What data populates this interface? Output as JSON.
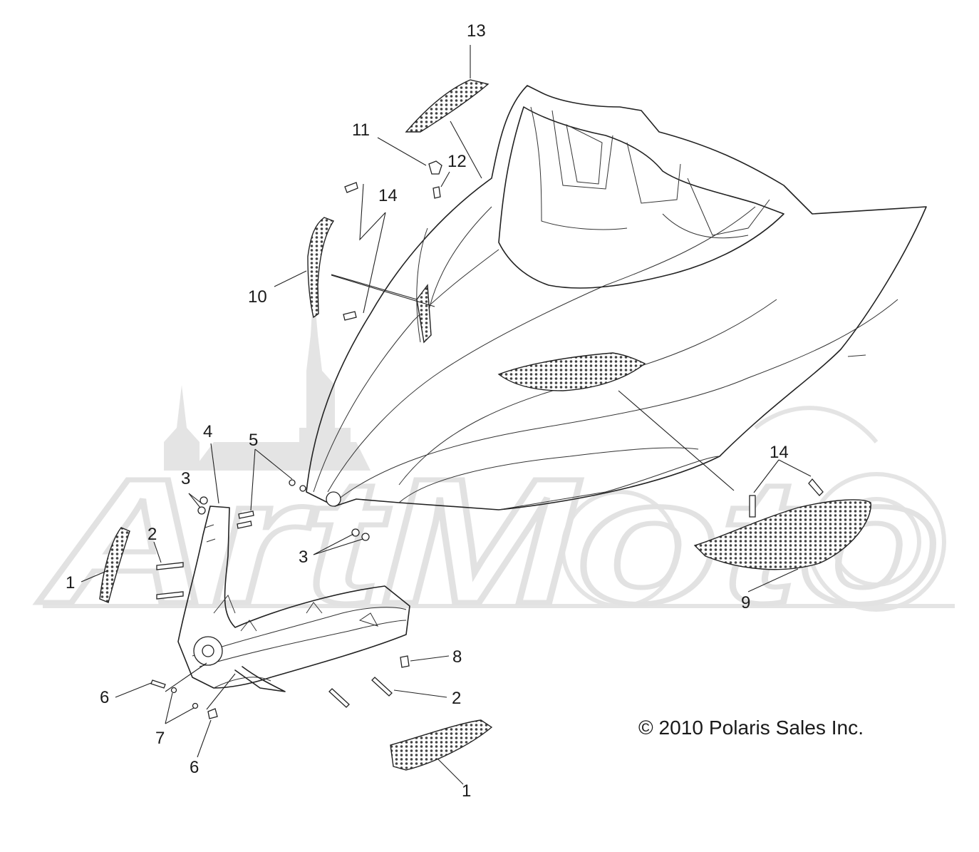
{
  "diagram": {
    "callouts": [
      {
        "id": "c13",
        "text": "13"
      },
      {
        "id": "c11",
        "text": "11"
      },
      {
        "id": "c12",
        "text": "12"
      },
      {
        "id": "c14a",
        "text": "14"
      },
      {
        "id": "c10",
        "text": "10"
      },
      {
        "id": "c4",
        "text": "4"
      },
      {
        "id": "c5",
        "text": "5"
      },
      {
        "id": "c3a",
        "text": "3"
      },
      {
        "id": "c2a",
        "text": "2"
      },
      {
        "id": "c1a",
        "text": "1"
      },
      {
        "id": "c3b",
        "text": "3"
      },
      {
        "id": "c14b",
        "text": "14"
      },
      {
        "id": "c9",
        "text": "9"
      },
      {
        "id": "c8",
        "text": "8"
      },
      {
        "id": "c2b",
        "text": "2"
      },
      {
        "id": "c6a",
        "text": "6"
      },
      {
        "id": "c7",
        "text": "7"
      },
      {
        "id": "c6b",
        "text": "6"
      },
      {
        "id": "c1b",
        "text": "1"
      }
    ],
    "copyright": "© 2010 Polaris Sales Inc.",
    "watermark": "ArtMoto",
    "colors": {
      "line": "#222222",
      "watermark": "#e4e4e4",
      "background": "#ffffff"
    }
  }
}
